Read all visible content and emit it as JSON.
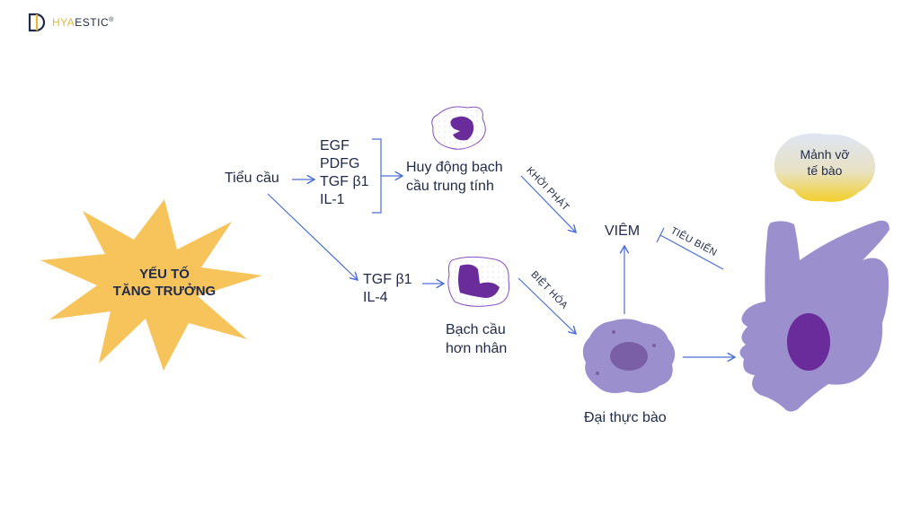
{
  "logo": {
    "brand_part1": "HYA",
    "brand_part2": "ESTIC",
    "mark": "®"
  },
  "colors": {
    "accent_yellow": "#f6c45a",
    "arrow_blue": "#4a6fd6",
    "text_navy": "#1f2a4a",
    "cell_lavender": "#9b8fcd",
    "nucleus_purple": "#6a2c9a"
  },
  "star": {
    "line1": "YẾU TỐ",
    "line2": "TĂNG TRƯỞNG"
  },
  "platelet": {
    "label": "Tiểu cầu"
  },
  "factors_top": [
    "EGF",
    "PDFG",
    "TGF β1",
    "IL-1"
  ],
  "factors_bottom": [
    "TGF β1",
    "IL-4"
  ],
  "neutrophil": {
    "line1": "Huy động bạch",
    "line2": "cầu trung tính"
  },
  "monocyte": {
    "line1": "Bạch cầu",
    "line2": "hơn nhân"
  },
  "macrophage": {
    "label": "Đại thực bào"
  },
  "inflammation": {
    "label": "VIÊM"
  },
  "arrow_labels": {
    "initiation": "KHỞI PHÁT",
    "differentiation": "BIỆT HÓA",
    "resolution": "TIÊU BIẾN"
  },
  "debris": {
    "line1": "Mảnh vỡ",
    "line2": "tế bào"
  }
}
